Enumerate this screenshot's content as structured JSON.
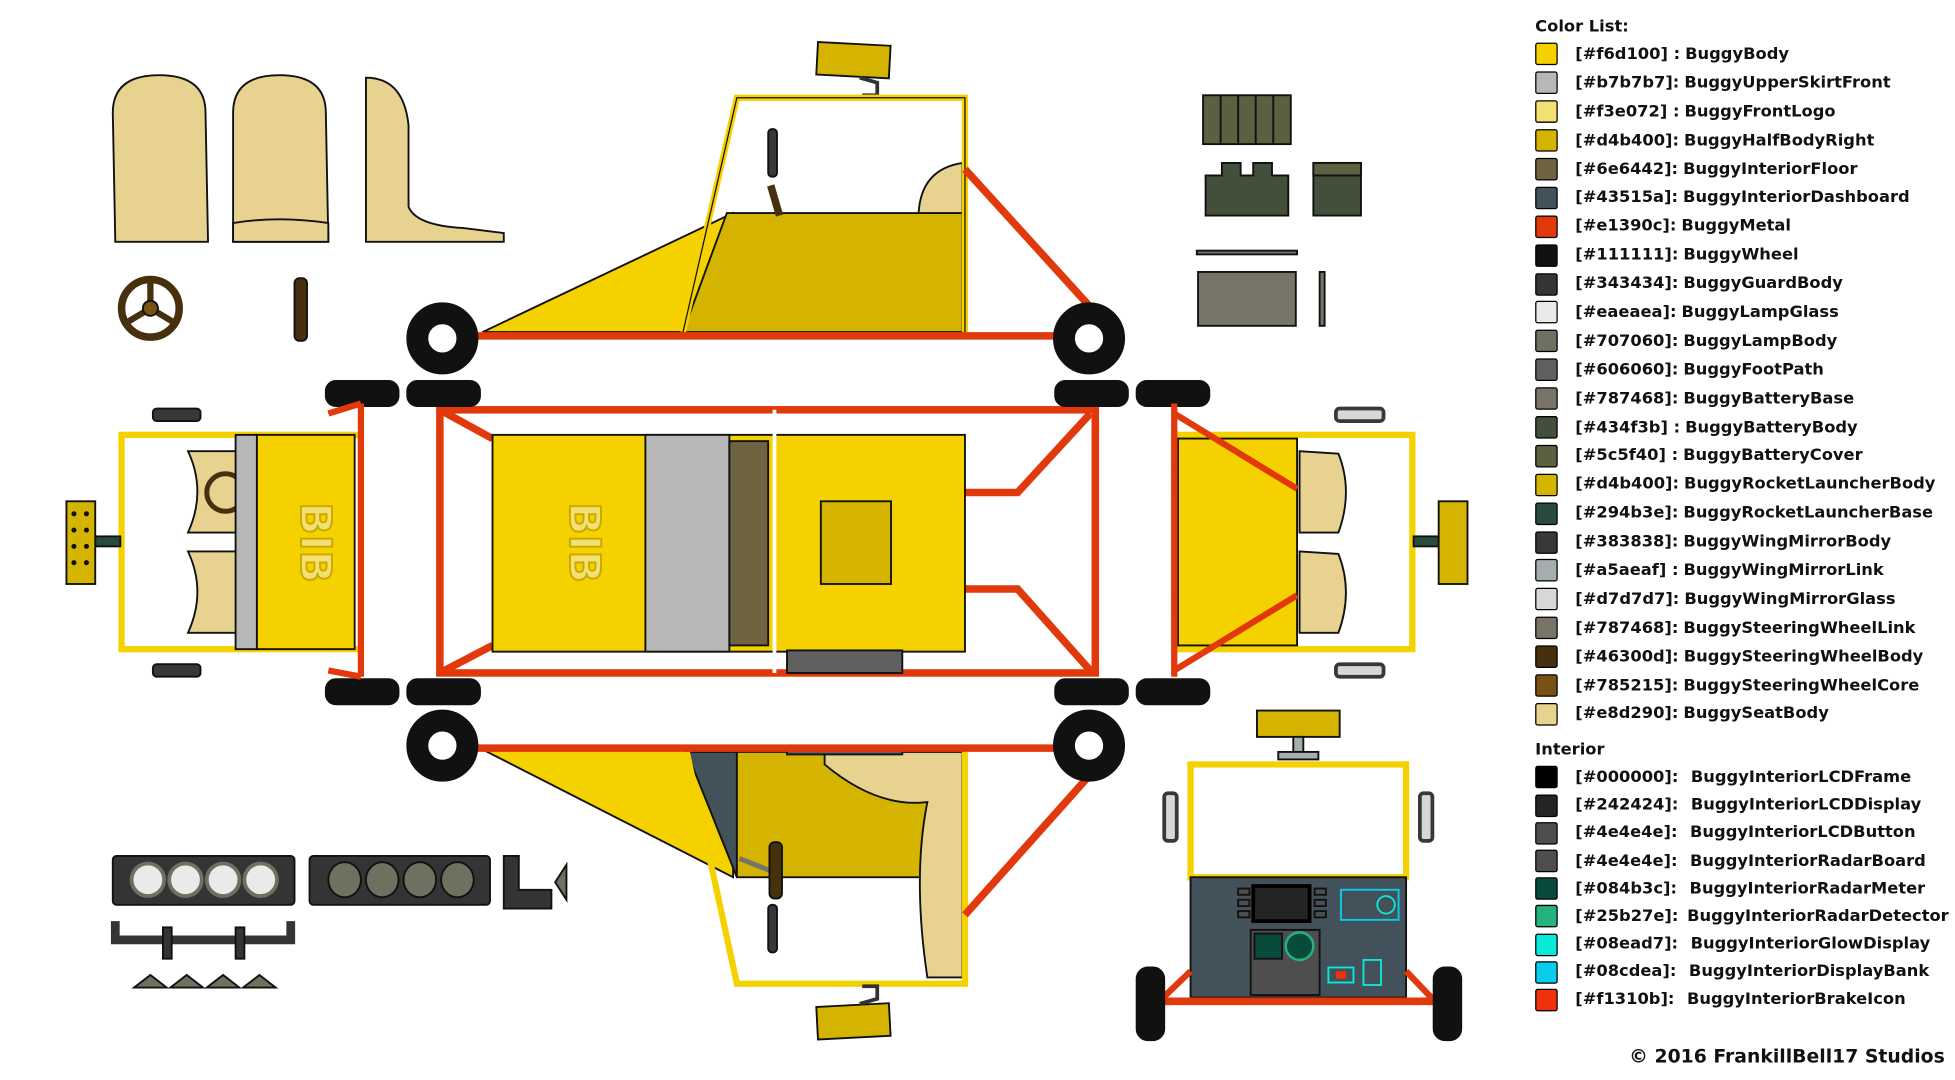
{
  "legend": {
    "title": "Color List:",
    "items": [
      {
        "hex": "[#f6d100] :",
        "name": "BuggyBody",
        "color": "#f6d100"
      },
      {
        "hex": "[#b7b7b7]:",
        "name": "BuggyUpperSkirtFront",
        "color": "#b7b7b7"
      },
      {
        "hex": "[#f3e072] :",
        "name": "BuggyFrontLogo",
        "color": "#f3e072"
      },
      {
        "hex": "[#d4b400]:",
        "name": "BuggyHalfBodyRight",
        "color": "#d4b400"
      },
      {
        "hex": "[#6e6442]:",
        "name": "BuggyInteriorFloor",
        "color": "#6e6442"
      },
      {
        "hex": "[#43515a]:",
        "name": "BuggyInteriorDashboard",
        "color": "#43515a"
      },
      {
        "hex": "[#e1390c]:",
        "name": "BuggyMetal",
        "color": "#e1390c"
      },
      {
        "hex": "[#111111]:",
        "name": "BuggyWheel",
        "color": "#111111"
      },
      {
        "hex": "[#343434]:",
        "name": "BuggyGuardBody",
        "color": "#343434"
      },
      {
        "hex": "[#eaeaea]:",
        "name": "BuggyLampGlass",
        "color": "#eaeaea"
      },
      {
        "hex": "[#707060]:",
        "name": "BuggyLampBody",
        "color": "#707060"
      },
      {
        "hex": "[#606060]:",
        "name": "BuggyFootPath",
        "color": "#606060"
      },
      {
        "hex": "[#787468]:",
        "name": "BuggyBatteryBase",
        "color": "#787468"
      },
      {
        "hex": "[#434f3b] :",
        "name": "BuggyBatteryBody",
        "color": "#434f3b"
      },
      {
        "hex": "[#5c5f40] :",
        "name": "BuggyBatteryCover",
        "color": "#5c5f40"
      },
      {
        "hex": "[#d4b400]:",
        "name": "BuggyRocketLauncherBody",
        "color": "#d4b400"
      },
      {
        "hex": "[#294b3e]:",
        "name": "BuggyRocketLauncherBase",
        "color": "#294b3e"
      },
      {
        "hex": "[#383838]:",
        "name": "BuggyWingMirrorBody",
        "color": "#383838"
      },
      {
        "hex": "[#a5aeaf] :",
        "name": "BuggyWingMirrorLink",
        "color": "#a5aeaf"
      },
      {
        "hex": "[#d7d7d7]:",
        "name": "BuggyWingMirrorGlass",
        "color": "#d7d7d7"
      },
      {
        "hex": "[#787468]:",
        "name": "BuggySteeringWheelLink",
        "color": "#787468"
      },
      {
        "hex": "[#46300d]:",
        "name": "BuggySteeringWheelBody",
        "color": "#46300d"
      },
      {
        "hex": "[#785215]:",
        "name": "BuggySteeringWheelCore",
        "color": "#785215"
      },
      {
        "hex": "[#e8d290]:",
        "name": "BuggySeatBody",
        "color": "#e8d290"
      }
    ],
    "interior_title": "Interior",
    "interior_items": [
      {
        "hex": "[#000000]:",
        "name": "BuggyInteriorLCDFrame",
        "color": "#000000"
      },
      {
        "hex": "[#242424]:",
        "name": "BuggyInteriorLCDDisplay",
        "color": "#242424"
      },
      {
        "hex": "[#4e4e4e]:",
        "name": "BuggyInteriorLCDButton",
        "color": "#4e4e4e"
      },
      {
        "hex": "[#4e4e4e]:",
        "name": "BuggyInteriorRadarBoard",
        "color": "#4e4e4e"
      },
      {
        "hex": "[#084b3c]:",
        "name": "BuggyInteriorRadarMeter",
        "color": "#084b3c"
      },
      {
        "hex": "[#25b27e]:",
        "name": "BuggyInteriorRadarDetector",
        "color": "#25b27e"
      },
      {
        "hex": "[#08ead7]:",
        "name": "BuggyInteriorGlowDisplay",
        "color": "#08ead7"
      },
      {
        "hex": "[#08cdea]:",
        "name": "BuggyInteriorDisplayBank",
        "color": "#08cdea"
      },
      {
        "hex": "[#f1310b]:",
        "name": "BuggyInteriorBrakeIcon",
        "color": "#f1310b"
      }
    ]
  },
  "logo_text": "BIB",
  "copyright": "© 2016 FrankillBell17 Studios"
}
